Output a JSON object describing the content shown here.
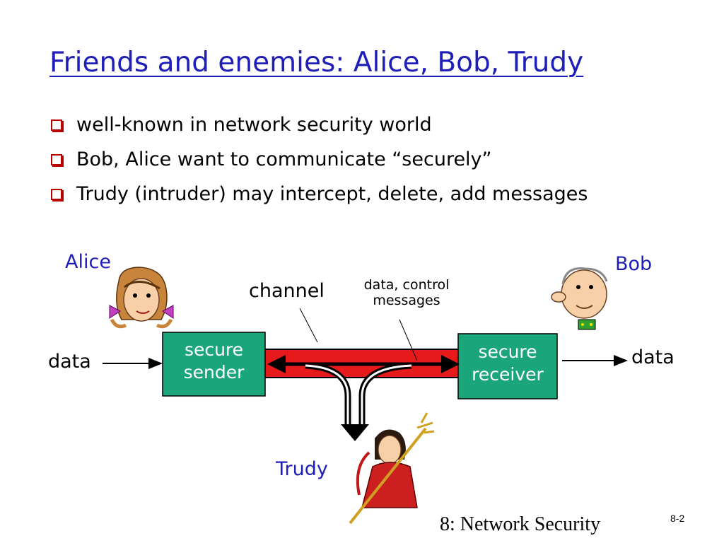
{
  "slide": {
    "title": "Friends and enemies: Alice, Bob, Trudy",
    "bullets": [
      "well-known in network security world",
      "Bob, Alice want to communicate “securely”",
      "Trudy (intruder) may intercept, delete, add messages"
    ],
    "footer": "8: Network Security",
    "page_number": "8-2"
  },
  "diagram": {
    "alice_label": "Alice",
    "bob_label": "Bob",
    "trudy_label": "Trudy",
    "channel_label": "channel",
    "messages_label_line1": "data, control",
    "messages_label_line2": "messages",
    "data_in_label": "data",
    "data_out_label": "data",
    "sender_line1": "secure",
    "sender_line2": "sender",
    "receiver_line1": "secure",
    "receiver_line2": "receiver"
  },
  "colors": {
    "title": "#1f1fb8",
    "bullet": "#b80000",
    "box": "#1aa67a",
    "channel": "#e61a1a"
  }
}
